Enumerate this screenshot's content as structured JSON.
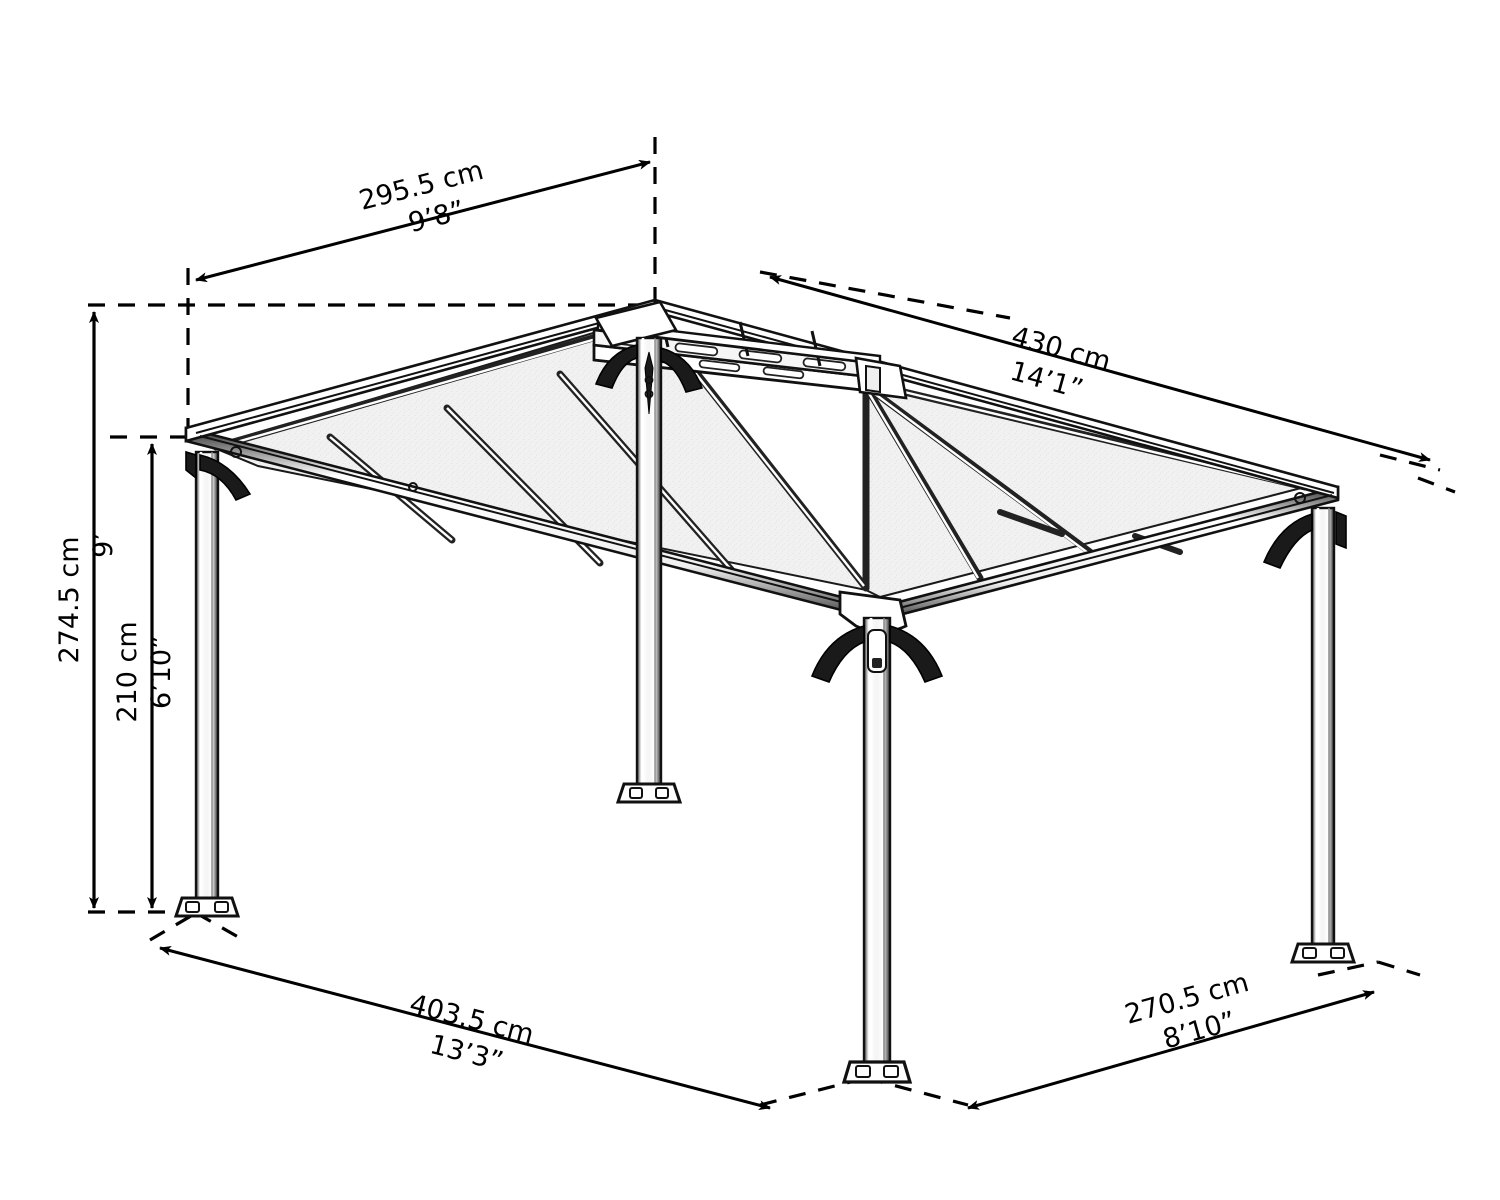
{
  "drawing": {
    "title": "Gazebo dimension drawing",
    "background_color": "#ffffff",
    "line_color": "#000000",
    "panel_color": "#f2f2f2",
    "frame_color": "#ffffff",
    "bracket_color": "#1a1a1a"
  },
  "dimensions": {
    "roof_depth": {
      "metric": "295.5 cm",
      "imperial": "9’8”",
      "name": "roof-depth-dimension"
    },
    "roof_width": {
      "metric": "430 cm",
      "imperial": "14’1”",
      "name": "roof-width-dimension"
    },
    "overall_height": {
      "metric": "274.5 cm",
      "imperial": "9’",
      "name": "overall-height-dimension"
    },
    "clearance_height": {
      "metric": "210 cm",
      "imperial": "6’10”",
      "name": "clearance-height-dimension"
    },
    "base_width": {
      "metric": "403.5 cm",
      "imperial": "13’3”",
      "name": "base-width-dimension"
    },
    "base_depth": {
      "metric": "270.5 cm",
      "imperial": "8’10”",
      "name": "base-depth-dimension"
    }
  },
  "structure": {
    "posts": [
      {
        "name": "post-rear-left"
      },
      {
        "name": "post-rear-center"
      },
      {
        "name": "post-front-left"
      },
      {
        "name": "post-front-right"
      }
    ],
    "roof": {
      "name": "hip-roof-assembly",
      "ridge_name": "ridge-beam",
      "panel_count": 8
    }
  }
}
